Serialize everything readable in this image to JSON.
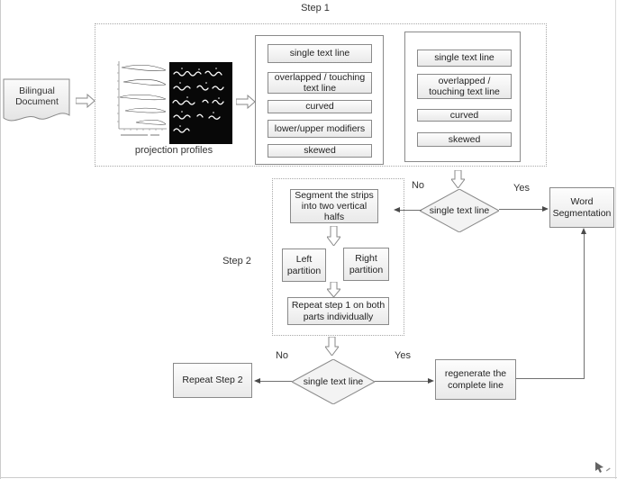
{
  "title_labels": {
    "step1": "Step 1",
    "step2": "Step 2"
  },
  "branch_labels": {
    "d1_no": "No",
    "d1_yes": "Yes",
    "d2_no": "No",
    "d2_yes": "Yes"
  },
  "nodes": {
    "bilingual_document": "Bilingual\nDocument",
    "projection_profiles_caption": "projection profiles",
    "decision1": "single text line",
    "word_segmentation": "Word\nSegmentation",
    "segment_strips": "Segment the strips\ninto two vertical\nhalfs",
    "left_partition": "Left\npartition",
    "right_partition": "Right\npartition",
    "repeat_step1_both": "Repeat step 1 on both\nparts individually",
    "decision2": "single text line",
    "repeat_step2": "Repeat Step 2",
    "regenerate_line": "regenerate the\ncomplete line"
  },
  "step1_line_types_stage1": [
    "single text line",
    "overlapped / touching\ntext line",
    "curved",
    "lower/upper modifiers",
    "skewed"
  ],
  "step1_line_types_stage2": [
    "single text line",
    "overlapped /\ntouching text line",
    "curved",
    "skewed"
  ],
  "colors": {
    "box_border": "#8a8a8a",
    "dashed_border": "#a8a8a8",
    "arrow": "#4a4a4a",
    "box_fill_top": "#fdfdfd",
    "box_fill_bottom": "#e9e9e9"
  }
}
